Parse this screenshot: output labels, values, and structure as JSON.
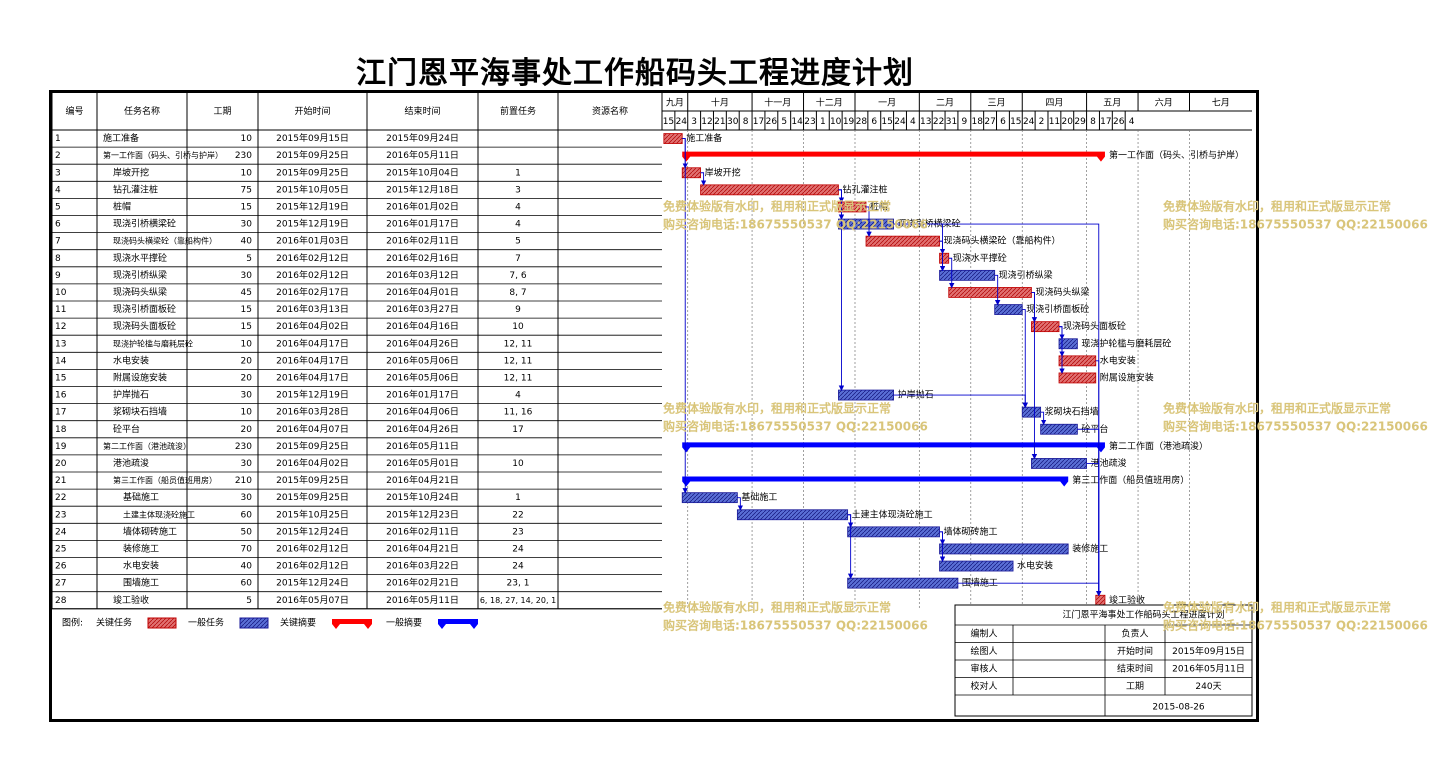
{
  "title": "江门恩平海事处工作船码头工程进度计划",
  "columns": [
    "编号",
    "任务名称",
    "工期",
    "开始时间",
    "结束时间",
    "前置任务",
    "资源名称"
  ],
  "months": [
    {
      "label": "九月",
      "start": "2015-09-14"
    },
    {
      "label": "十月",
      "start": "2015-09-28"
    },
    {
      "label": "十一月",
      "start": "2015-11-02"
    },
    {
      "label": "十二月",
      "start": "2015-11-30"
    },
    {
      "label": "一月",
      "start": "2015-12-28"
    },
    {
      "label": "二月",
      "start": "2016-02-01"
    },
    {
      "label": "三月",
      "start": "2016-02-29"
    },
    {
      "label": "四月",
      "start": "2016-03-28"
    },
    {
      "label": "五月",
      "start": "2016-05-02"
    },
    {
      "label": "六月",
      "start": "2016-05-30"
    },
    {
      "label": "七月",
      "start": "2016-06-27"
    }
  ],
  "day_ticks": [
    "15",
    "24",
    "3",
    "12",
    "21",
    "30",
    "8",
    "17",
    "26",
    "5",
    "14",
    "23",
    "1",
    "10",
    "19",
    "28",
    "6",
    "15",
    "24",
    "4",
    "13",
    "22",
    "31",
    "9",
    "18",
    "27",
    "6",
    "15",
    "24",
    "2",
    "11",
    "20",
    "29",
    "8",
    "17",
    "26",
    "4"
  ],
  "chart_data": {
    "type": "gantt",
    "title": "江门恩平海事处工作船码头工程进度计划",
    "x_range": [
      "2015-09-14",
      "2016-07-31"
    ],
    "tasks": [
      {
        "id": "1",
        "name": "施工准备",
        "dur": "10",
        "start": "2015年09月15日",
        "end": "2015年09月24日",
        "pred": "",
        "kind": "critical",
        "s": "2015-09-15",
        "e": "2015-09-24",
        "label": "施工准备",
        "indent": 0
      },
      {
        "id": "2",
        "name": "第一工作面（码头、引桥与护岸）",
        "dur": "230",
        "start": "2015年09月25日",
        "end": "2016年05月11日",
        "pred": "",
        "kind": "critical-summary",
        "s": "2015-09-25",
        "e": "2016-05-11",
        "label": "第一工作面（码头、引桥与护岸）",
        "indent": 0
      },
      {
        "id": "3",
        "name": "岸坡开挖",
        "dur": "10",
        "start": "2015年09月25日",
        "end": "2015年10月04日",
        "pred": "1",
        "kind": "critical",
        "s": "2015-09-25",
        "e": "2015-10-04",
        "label": "岸坡开挖",
        "indent": 1
      },
      {
        "id": "4",
        "name": "钻孔灌注桩",
        "dur": "75",
        "start": "2015年10月05日",
        "end": "2015年12月18日",
        "pred": "3",
        "kind": "critical",
        "s": "2015-10-05",
        "e": "2015-12-18",
        "label": "钻孔灌注桩",
        "indent": 1
      },
      {
        "id": "5",
        "name": "桩帽",
        "dur": "15",
        "start": "2015年12月19日",
        "end": "2016年01月02日",
        "pred": "4",
        "kind": "critical",
        "s": "2015-12-19",
        "e": "2016-01-02",
        "label": "桩帽",
        "indent": 1
      },
      {
        "id": "6",
        "name": "现浇引桥横梁砼",
        "dur": "30",
        "start": "2015年12月19日",
        "end": "2016年01月17日",
        "pred": "4",
        "kind": "normal",
        "s": "2015-12-19",
        "e": "2016-01-17",
        "label": "现浇引桥横梁砼",
        "indent": 1
      },
      {
        "id": "7",
        "name": "现浇码头横梁砼（靠船构件）",
        "dur": "40",
        "start": "2016年01月03日",
        "end": "2016年02月11日",
        "pred": "5",
        "kind": "critical",
        "s": "2016-01-03",
        "e": "2016-02-11",
        "label": "现浇码头横梁砼（靠船构件）",
        "indent": 1
      },
      {
        "id": "8",
        "name": "现浇水平撑砼",
        "dur": "5",
        "start": "2016年02月12日",
        "end": "2016年02月16日",
        "pred": "7",
        "kind": "critical",
        "s": "2016-02-12",
        "e": "2016-02-16",
        "label": "现浇水平撑砼",
        "indent": 1
      },
      {
        "id": "9",
        "name": "现浇引桥纵梁",
        "dur": "30",
        "start": "2016年02月12日",
        "end": "2016年03月12日",
        "pred": "7, 6",
        "kind": "normal",
        "s": "2016-02-12",
        "e": "2016-03-12",
        "label": "现浇引桥纵梁",
        "indent": 1
      },
      {
        "id": "10",
        "name": "现浇码头纵梁",
        "dur": "45",
        "start": "2016年02月17日",
        "end": "2016年04月01日",
        "pred": "8, 7",
        "kind": "critical",
        "s": "2016-02-17",
        "e": "2016-04-01",
        "label": "现浇码头纵梁",
        "indent": 1
      },
      {
        "id": "11",
        "name": "现浇引桥面板砼",
        "dur": "15",
        "start": "2016年03月13日",
        "end": "2016年03月27日",
        "pred": "9",
        "kind": "normal",
        "s": "2016-03-13",
        "e": "2016-03-27",
        "label": "现浇引桥面板砼",
        "indent": 1
      },
      {
        "id": "12",
        "name": "现浇码头面板砼",
        "dur": "15",
        "start": "2016年04月02日",
        "end": "2016年04月16日",
        "pred": "10",
        "kind": "critical",
        "s": "2016-04-02",
        "e": "2016-04-16",
        "label": "现浇码头面板砼",
        "indent": 1
      },
      {
        "id": "13",
        "name": "现浇护轮槛与磨耗层砼",
        "dur": "10",
        "start": "2016年04月17日",
        "end": "2016年04月26日",
        "pred": "12, 11",
        "kind": "normal",
        "s": "2016-04-17",
        "e": "2016-04-26",
        "label": "现浇护轮槛与磨耗层砼",
        "indent": 1
      },
      {
        "id": "14",
        "name": "水电安装",
        "dur": "20",
        "start": "2016年04月17日",
        "end": "2016年05月06日",
        "pred": "12, 11",
        "kind": "critical",
        "s": "2016-04-17",
        "e": "2016-05-06",
        "label": "水电安装",
        "indent": 1
      },
      {
        "id": "15",
        "name": "附属设施安装",
        "dur": "20",
        "start": "2016年04月17日",
        "end": "2016年05月06日",
        "pred": "12, 11",
        "kind": "critical",
        "s": "2016-04-17",
        "e": "2016-05-06",
        "label": "附属设施安装",
        "indent": 1
      },
      {
        "id": "16",
        "name": "护岸抛石",
        "dur": "30",
        "start": "2015年12月19日",
        "end": "2016年01月17日",
        "pred": "4",
        "kind": "normal",
        "s": "2015-12-19",
        "e": "2016-01-17",
        "label": "护岸抛石",
        "indent": 1
      },
      {
        "id": "17",
        "name": "浆砌块石挡墙",
        "dur": "10",
        "start": "2016年03月28日",
        "end": "2016年04月06日",
        "pred": "11, 16",
        "kind": "normal",
        "s": "2016-03-28",
        "e": "2016-04-06",
        "label": "浆砌块石挡墙",
        "indent": 1
      },
      {
        "id": "18",
        "name": "砼平台",
        "dur": "20",
        "start": "2016年04月07日",
        "end": "2016年04月26日",
        "pred": "17",
        "kind": "normal",
        "s": "2016-04-07",
        "e": "2016-04-26",
        "label": "砼平台",
        "indent": 1
      },
      {
        "id": "19",
        "name": "第二工作面（港池疏浚）",
        "dur": "230",
        "start": "2015年09月25日",
        "end": "2016年05月11日",
        "pred": "",
        "kind": "normal-summary",
        "s": "2015-09-25",
        "e": "2016-05-11",
        "label": "第二工作面（港池疏浚）",
        "indent": 0
      },
      {
        "id": "20",
        "name": "港池疏浚",
        "dur": "30",
        "start": "2016年04月02日",
        "end": "2016年05月01日",
        "pred": "10",
        "kind": "normal",
        "s": "2016-04-02",
        "e": "2016-05-01",
        "label": "港池疏浚",
        "indent": 1
      },
      {
        "id": "21",
        "name": "第三工作面（船员值班用房）",
        "dur": "210",
        "start": "2015年09月25日",
        "end": "2016年04月21日",
        "pred": "",
        "kind": "normal-summary",
        "s": "2015-09-25",
        "e": "2016-04-21",
        "label": "第三工作面（船员值班用房）",
        "indent": 1
      },
      {
        "id": "22",
        "name": "基础施工",
        "dur": "30",
        "start": "2015年09月25日",
        "end": "2015年10月24日",
        "pred": "1",
        "kind": "normal",
        "s": "2015-09-25",
        "e": "2015-10-24",
        "label": "基础施工",
        "indent": 2
      },
      {
        "id": "23",
        "name": "土建主体现浇砼施工",
        "dur": "60",
        "start": "2015年10月25日",
        "end": "2015年12月23日",
        "pred": "22",
        "kind": "normal",
        "s": "2015-10-25",
        "e": "2015-12-23",
        "label": "土建主体现浇砼施工",
        "indent": 2
      },
      {
        "id": "24",
        "name": "墙体砌砖施工",
        "dur": "50",
        "start": "2015年12月24日",
        "end": "2016年02月11日",
        "pred": "23",
        "kind": "normal",
        "s": "2015-12-24",
        "e": "2016-02-11",
        "label": "墙体砌砖施工",
        "indent": 2
      },
      {
        "id": "25",
        "name": "装修施工",
        "dur": "70",
        "start": "2016年02月12日",
        "end": "2016年04月21日",
        "pred": "24",
        "kind": "normal",
        "s": "2016-02-12",
        "e": "2016-04-21",
        "label": "装修施工",
        "indent": 2
      },
      {
        "id": "26",
        "name": "水电安装",
        "dur": "40",
        "start": "2016年02月12日",
        "end": "2016年03月22日",
        "pred": "24",
        "kind": "normal",
        "s": "2016-02-12",
        "e": "2016-03-22",
        "label": "水电安装",
        "indent": 2
      },
      {
        "id": "27",
        "name": "围墙施工",
        "dur": "60",
        "start": "2015年12月24日",
        "end": "2016年02月21日",
        "pred": "23, 1",
        "kind": "normal",
        "s": "2015-12-24",
        "e": "2016-02-21",
        "label": "围墙施工",
        "indent": 2
      },
      {
        "id": "28",
        "name": "竣工验收",
        "dur": "5",
        "start": "2016年05月07日",
        "end": "2016年05月11日",
        "pred": "6, 18, 27, 14, 20, 1",
        "kind": "critical",
        "s": "2016-05-07",
        "e": "2016-05-11",
        "label": "竣工验收",
        "indent": 1
      }
    ],
    "links": [
      [
        1,
        3
      ],
      [
        3,
        4
      ],
      [
        4,
        5
      ],
      [
        4,
        6
      ],
      [
        5,
        7
      ],
      [
        7,
        8
      ],
      [
        7,
        9
      ],
      [
        6,
        9
      ],
      [
        8,
        10
      ],
      [
        9,
        11
      ],
      [
        10,
        12
      ],
      [
        12,
        13
      ],
      [
        12,
        14
      ],
      [
        12,
        15
      ],
      [
        4,
        16
      ],
      [
        11,
        17
      ],
      [
        16,
        17
      ],
      [
        17,
        18
      ],
      [
        10,
        20
      ],
      [
        1,
        22
      ],
      [
        22,
        23
      ],
      [
        23,
        24
      ],
      [
        24,
        25
      ],
      [
        24,
        26
      ],
      [
        23,
        27
      ],
      [
        6,
        28
      ],
      [
        18,
        28
      ],
      [
        27,
        28
      ],
      [
        14,
        28
      ],
      [
        20,
        28
      ]
    ],
    "colors": {
      "critical": "#e07070",
      "critical_edge": "#c00000",
      "normal": "#5a6fd6",
      "normal_edge": "#1a1a99",
      "summary_red": "#ff0000",
      "summary_blue": "#0000ff",
      "link": "#0000cc"
    }
  },
  "legend": {
    "prefix": "图例:",
    "items": [
      {
        "label": "关键任务",
        "kind": "critical"
      },
      {
        "label": "一般任务",
        "kind": "normal"
      },
      {
        "label": "关键摘要",
        "kind": "critical-summary"
      },
      {
        "label": "一般摘要",
        "kind": "normal-summary"
      }
    ]
  },
  "info": {
    "title": "江门恩平海事处工作船码头工程进度计划",
    "rows": [
      [
        "编制人",
        "",
        "负责人",
        ""
      ],
      [
        "绘图人",
        "",
        "开始时间",
        "2015年09月15日"
      ],
      [
        "审核人",
        "",
        "结束时间",
        "2016年05月11日"
      ],
      [
        "校对人",
        "",
        "工期",
        "240天"
      ]
    ],
    "date": "2015-08-26"
  },
  "watermark": {
    "line1": "免费体验版有水印，租用和正式版显示正常",
    "line2": "购买咨询电话:18675550537 QQ:22150066"
  }
}
